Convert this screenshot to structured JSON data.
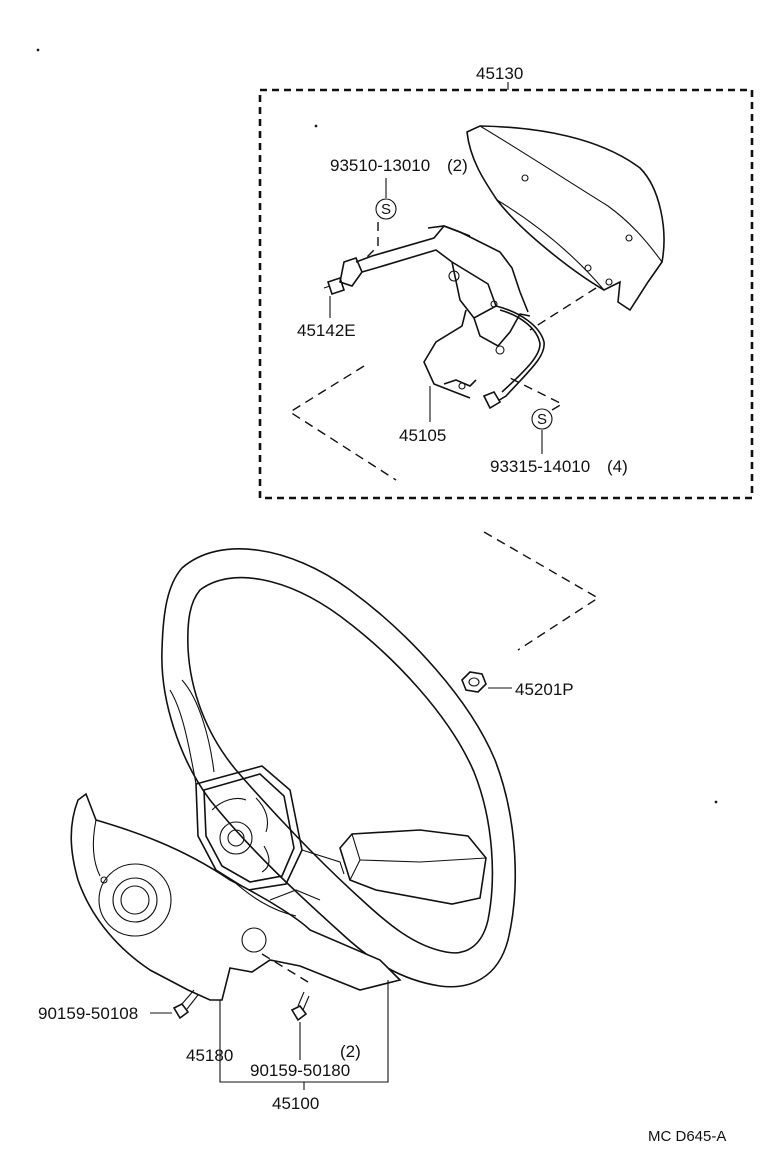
{
  "parts": {
    "assembly_pad": "45130",
    "screw_upper": "93510-13010",
    "screw_upper_qty": "(2)",
    "bracket_pin": "45142E",
    "bracket": "45105",
    "screw_lower": "93315-14010",
    "screw_lower_qty": "(4)",
    "nut": "45201P",
    "bolt_left": "90159-50108",
    "cover": "45180",
    "bolt_center": "90159-50180",
    "bolt_center_qty": "(2)",
    "wheel_assy": "45100"
  },
  "symbols": {
    "standard_part": "S"
  },
  "footer": {
    "code": "MC  D645-A"
  }
}
